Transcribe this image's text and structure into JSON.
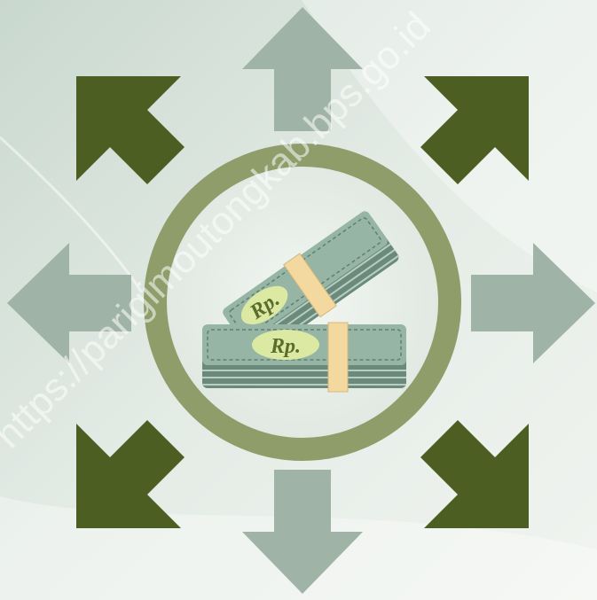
{
  "figure": {
    "watermark_text": "https://parigimoutongkab.bps.go.id",
    "note_labels": [
      "Rp.",
      "Rp."
    ],
    "arrows_dark": [
      "north-west",
      "north-east",
      "south-west",
      "south-east"
    ],
    "arrows_light": [
      "north",
      "south",
      "east",
      "west"
    ],
    "icon": "money-bundles-icon",
    "colors": {
      "background": "#dfe8e1",
      "dark_arrow": "#4d5e22",
      "light_arrow": "#9fb3a6",
      "ring": "#8f9d6a",
      "money": "#96b5a5",
      "money_dark": "#6b8a7b",
      "band": "#f3d9a0",
      "label_oval": "#dce9a3"
    }
  }
}
